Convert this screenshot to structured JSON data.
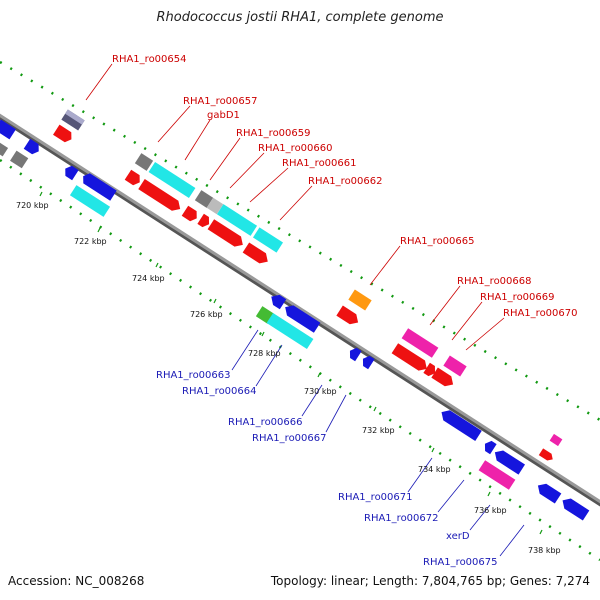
{
  "title": "Rhodococcus jostii RHA1, complete genome",
  "accession": "Accession: NC_008268",
  "topology": "Topology: linear; Length: 7,804,765 bp; Genes: 7,274",
  "ticks": [
    "720 kbp",
    "722 kbp",
    "724 kbp",
    "726 kbp",
    "728 kbp",
    "730 kbp",
    "732 kbp",
    "734 kbp",
    "736 kbp",
    "738 kbp"
  ],
  "labels_top": [
    "RHA1_ro00654",
    "RHA1_ro00657",
    "gabD1",
    "RHA1_ro00659",
    "RHA1_ro00660",
    "RHA1_ro00661",
    "RHA1_ro00662",
    "RHA1_ro00665",
    "RHA1_ro00668",
    "RHA1_ro00669",
    "RHA1_ro00670"
  ],
  "labels_bottom": [
    "RHA1_ro00663",
    "RHA1_ro00664",
    "RHA1_ro00666",
    "RHA1_ro00667",
    "RHA1_ro00671",
    "RHA1_ro00672",
    "xerD",
    "RHA1_ro00675"
  ],
  "colors": {
    "backbone": "#888888",
    "red": "#ee1111",
    "blue": "#1515dd",
    "cyan": "#22e6e6",
    "gray": "#777777",
    "lightgray": "#bbbbbb",
    "orange": "#ff9911",
    "magenta": "#ee22aa",
    "green": "#44bb33",
    "navy": "#555577",
    "dot": "#119911",
    "label_top": "#cc0000",
    "label_bottom": "#1a1ab5"
  }
}
